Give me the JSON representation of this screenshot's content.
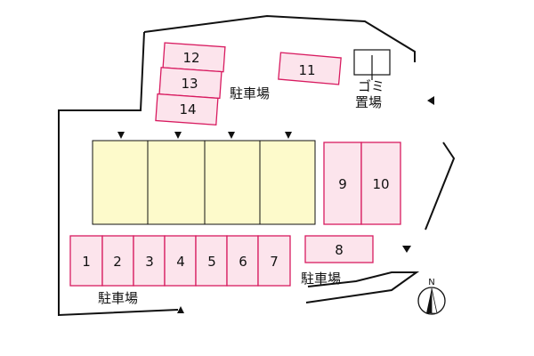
{
  "parking_labels": {
    "top": "駐車場",
    "bottom_left": "駐車場",
    "right": "駐車場"
  },
  "garbage": {
    "line1": "ゴミ",
    "line2": "置場"
  },
  "compass": {
    "label": "N"
  },
  "stalls": {
    "s1": "1",
    "s2": "2",
    "s3": "3",
    "s4": "4",
    "s5": "5",
    "s6": "6",
    "s7": "7",
    "s8": "8",
    "s9": "9",
    "s10": "10",
    "s11": "11",
    "s12": "12",
    "s13": "13",
    "s14": "14"
  },
  "colors": {
    "stall_fill": "#fce4ec",
    "stall_stroke": "#d81b60",
    "building_fill": "#fdfacb",
    "line": "#111111"
  }
}
